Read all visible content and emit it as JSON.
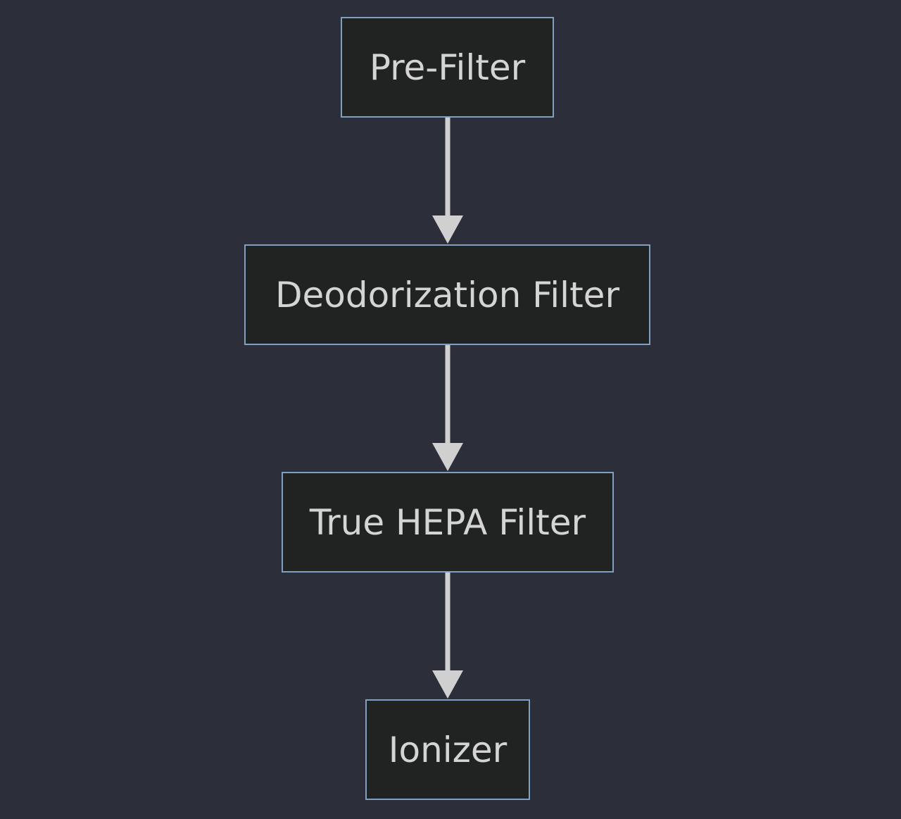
{
  "diagram": {
    "type": "flowchart",
    "direction": "top-to-bottom",
    "colors": {
      "background": "#2c2f3a",
      "node_fill": "#202322",
      "node_border": "#7f9fc3",
      "text": "#d4d4d4",
      "edge": "#d0d0d0"
    },
    "nodes": [
      {
        "id": "pre-filter",
        "label": "Pre-Filter"
      },
      {
        "id": "deodorization",
        "label": "Deodorization Filter"
      },
      {
        "id": "hepa",
        "label": "True HEPA Filter"
      },
      {
        "id": "ionizer",
        "label": "Ionizer"
      }
    ],
    "edges": [
      {
        "from": "pre-filter",
        "to": "deodorization"
      },
      {
        "from": "deodorization",
        "to": "hepa"
      },
      {
        "from": "hepa",
        "to": "ionizer"
      }
    ]
  }
}
